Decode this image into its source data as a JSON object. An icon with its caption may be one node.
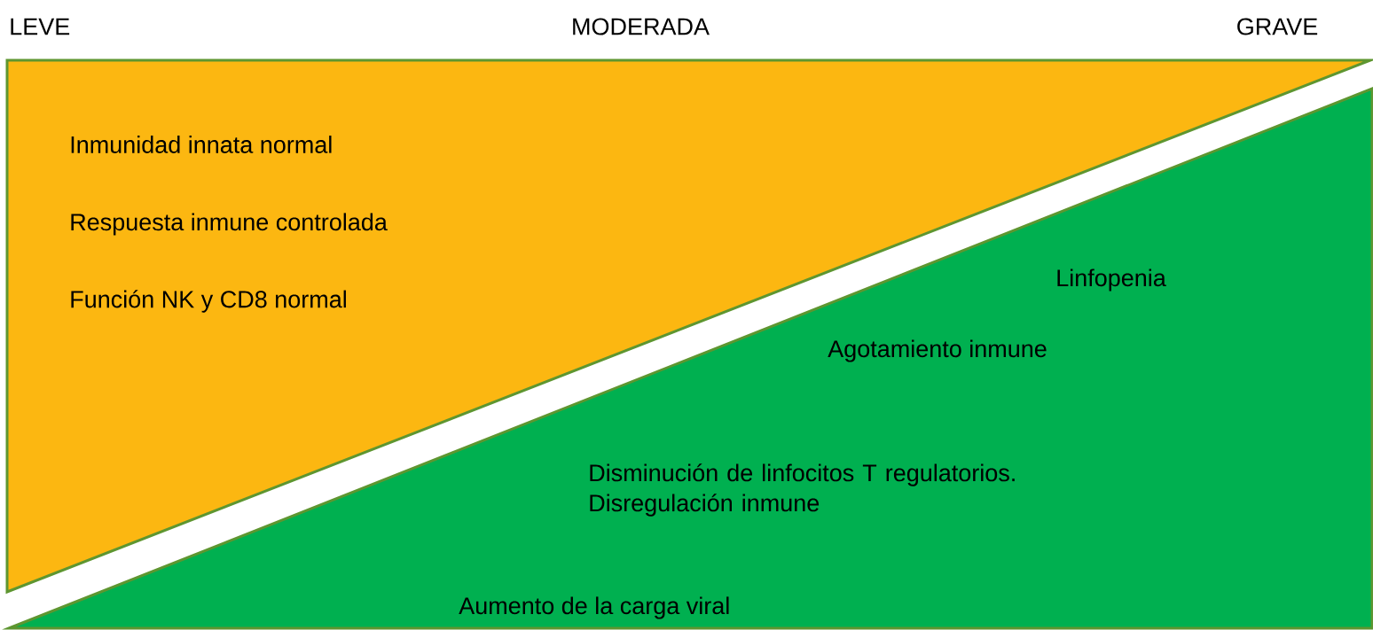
{
  "diagram": {
    "nodes": [
      {
        "text": [
          "Inmunidad innata normal",
          "Respuesta inmune  controlada",
          "Función NK y CD8 normal"
        ]
      },
      {
        "text": [
          "Linfopenia",
          "Agotamiento inmune",
          "Disminución de linfocitos T regulatorios. Disregulación inmune",
          "Aumento de la carga viral"
        ]
      }
    ],
    "labels": [
      "LEVE",
      "MODERADA",
      "GRAVE"
    ]
  }
}
